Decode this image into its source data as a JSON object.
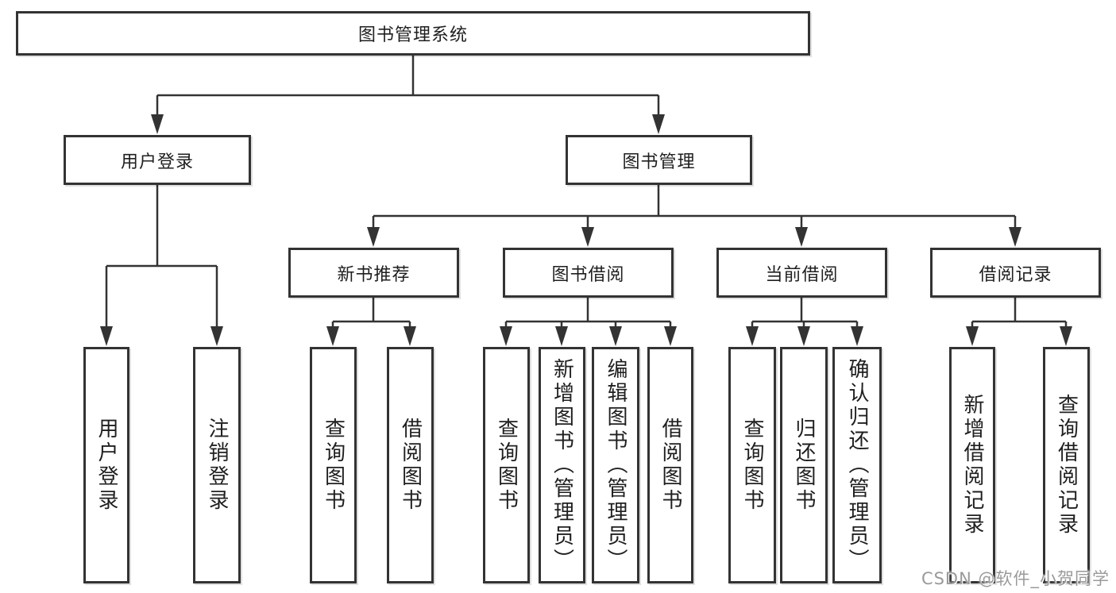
{
  "tree": {
    "root": {
      "label": "图书管理系统",
      "children": [
        {
          "label": "用户登录",
          "children": [
            {
              "label": "用户登录"
            },
            {
              "label": "注销登录"
            }
          ]
        },
        {
          "label": "图书管理",
          "children": [
            {
              "label": "新书推荐",
              "children": [
                {
                  "label": "查询图书"
                },
                {
                  "label": "借阅图书"
                }
              ]
            },
            {
              "label": "图书借阅",
              "children": [
                {
                  "label": "查询图书"
                },
                {
                  "label": "新增图书（管理员）"
                },
                {
                  "label": "编辑图书（管理员）"
                },
                {
                  "label": "借阅图书"
                }
              ]
            },
            {
              "label": "当前借阅",
              "children": [
                {
                  "label": "查询图书"
                },
                {
                  "label": "归还图书"
                },
                {
                  "label": "确认归还（管理员）"
                }
              ]
            },
            {
              "label": "借阅记录",
              "children": [
                {
                  "label": "新增借阅记录"
                },
                {
                  "label": "查询借阅记录"
                }
              ]
            }
          ]
        }
      ]
    }
  },
  "watermark": {
    "text": "CSDN @软件_小贺同学"
  },
  "colors": {
    "line": "#333333",
    "text": "#1f1f1f",
    "watermark": "#9a9a9a",
    "background": "#ffffff"
  }
}
